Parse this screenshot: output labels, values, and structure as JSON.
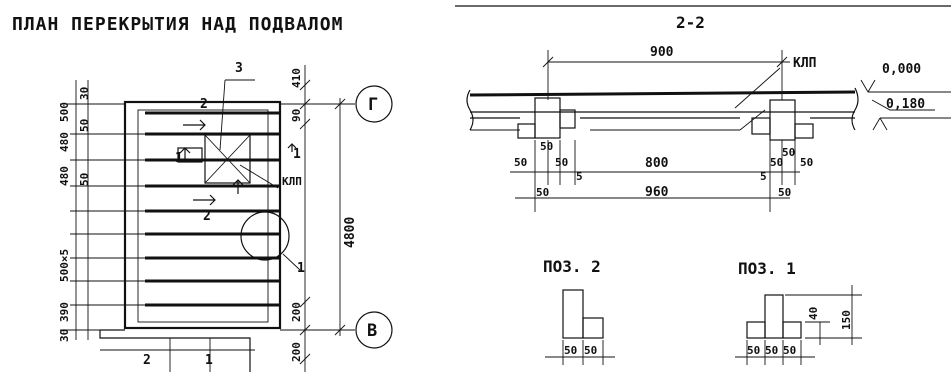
{
  "plan": {
    "title": "ПЛАН ПЕРЕКРЫТИЯ НАД ПОДВАЛОМ",
    "grid_top": "Г",
    "grid_bottom": "В",
    "dim_overall": "4800",
    "dims_left": [
      "30",
      "500",
      "480",
      "50",
      "480",
      "50",
      "500×5",
      "390",
      "30"
    ],
    "dims_right": [
      "410",
      "90",
      "200",
      "200"
    ],
    "labels": {
      "hatch_mark": "КЛП",
      "section_num": "1",
      "callout_top": "3",
      "pos_2_top": "2",
      "pos_2_mid": "2",
      "pos_2_bottom": "2",
      "pos_1_bottom": "1",
      "leader_1": "1",
      "section_1": "1"
    }
  },
  "section": {
    "title": "2-2",
    "dim_900": "900",
    "dim_800": "800",
    "dim_960": "960",
    "dims_small_left": [
      "50",
      "50",
      "5",
      "50"
    ],
    "dims_small_right": [
      "5",
      "50",
      "50",
      "50",
      "50"
    ],
    "lbl_klp": "КЛП",
    "elev_top": "0,000",
    "elev_bottom": "0,180"
  },
  "details": {
    "poz2": {
      "title": "ПОЗ. 2",
      "dims": [
        "50",
        "50"
      ]
    },
    "poz1": {
      "title": "ПОЗ. 1",
      "dims": [
        "50",
        "50",
        "50"
      ],
      "height": "40",
      "total": "150"
    }
  }
}
